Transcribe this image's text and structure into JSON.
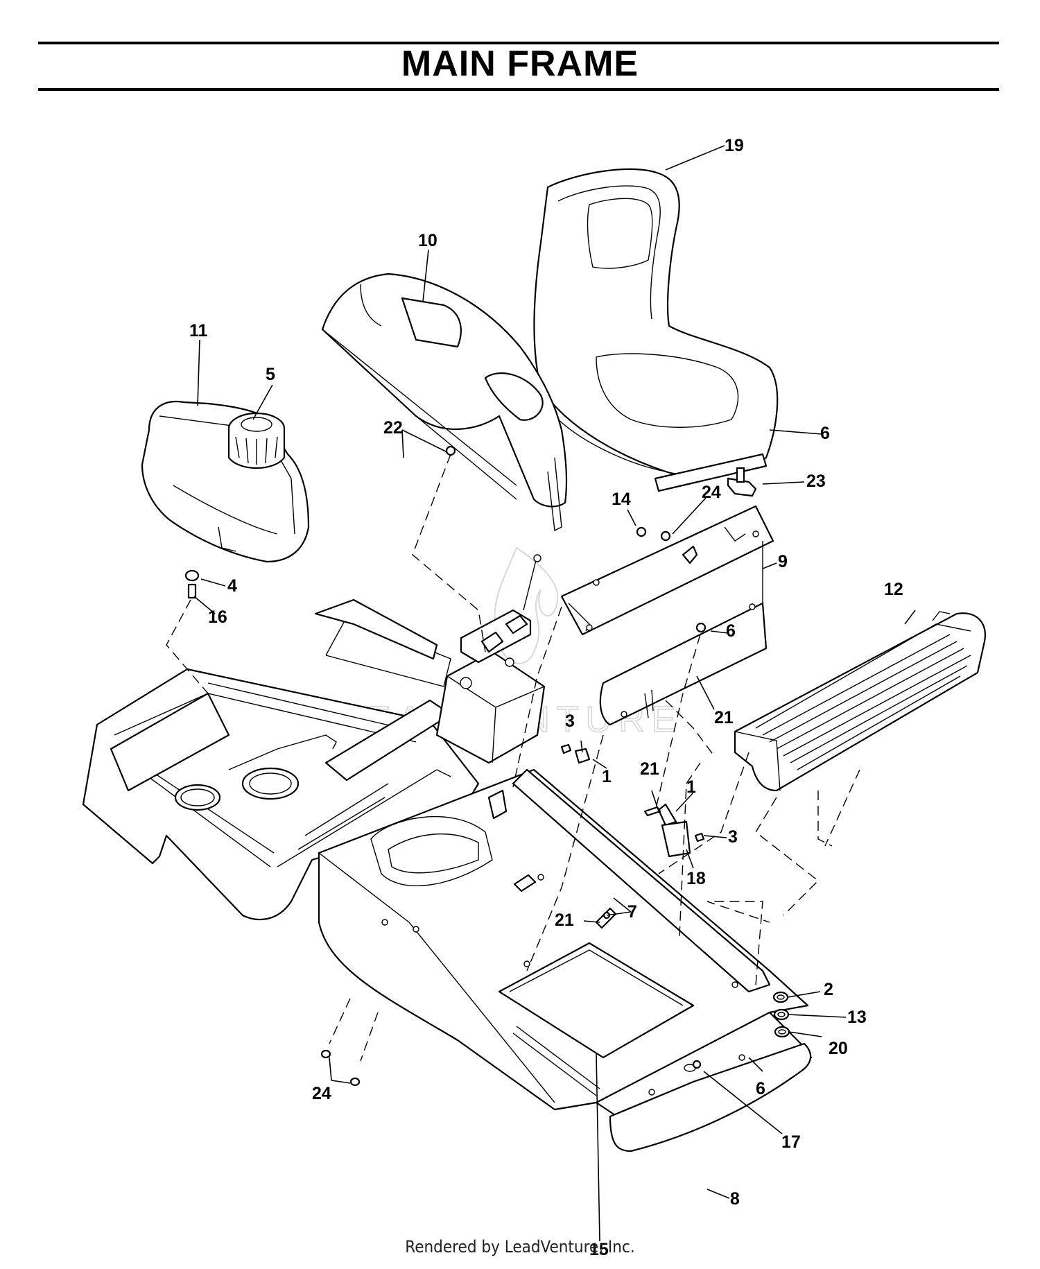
{
  "title": "MAIN FRAME",
  "footer": "Rendered by LeadVenture, Inc.",
  "watermark": "LEADVENTURE",
  "callouts": [
    "19",
    "10",
    "11",
    "5",
    "22",
    "6",
    "23",
    "14",
    "24",
    "9",
    "12",
    "4",
    "16",
    "6",
    "21",
    "3",
    "1",
    "21",
    "1",
    "3",
    "18",
    "7",
    "21",
    "2",
    "13",
    "20",
    "24",
    "6",
    "17",
    "8",
    "15"
  ]
}
